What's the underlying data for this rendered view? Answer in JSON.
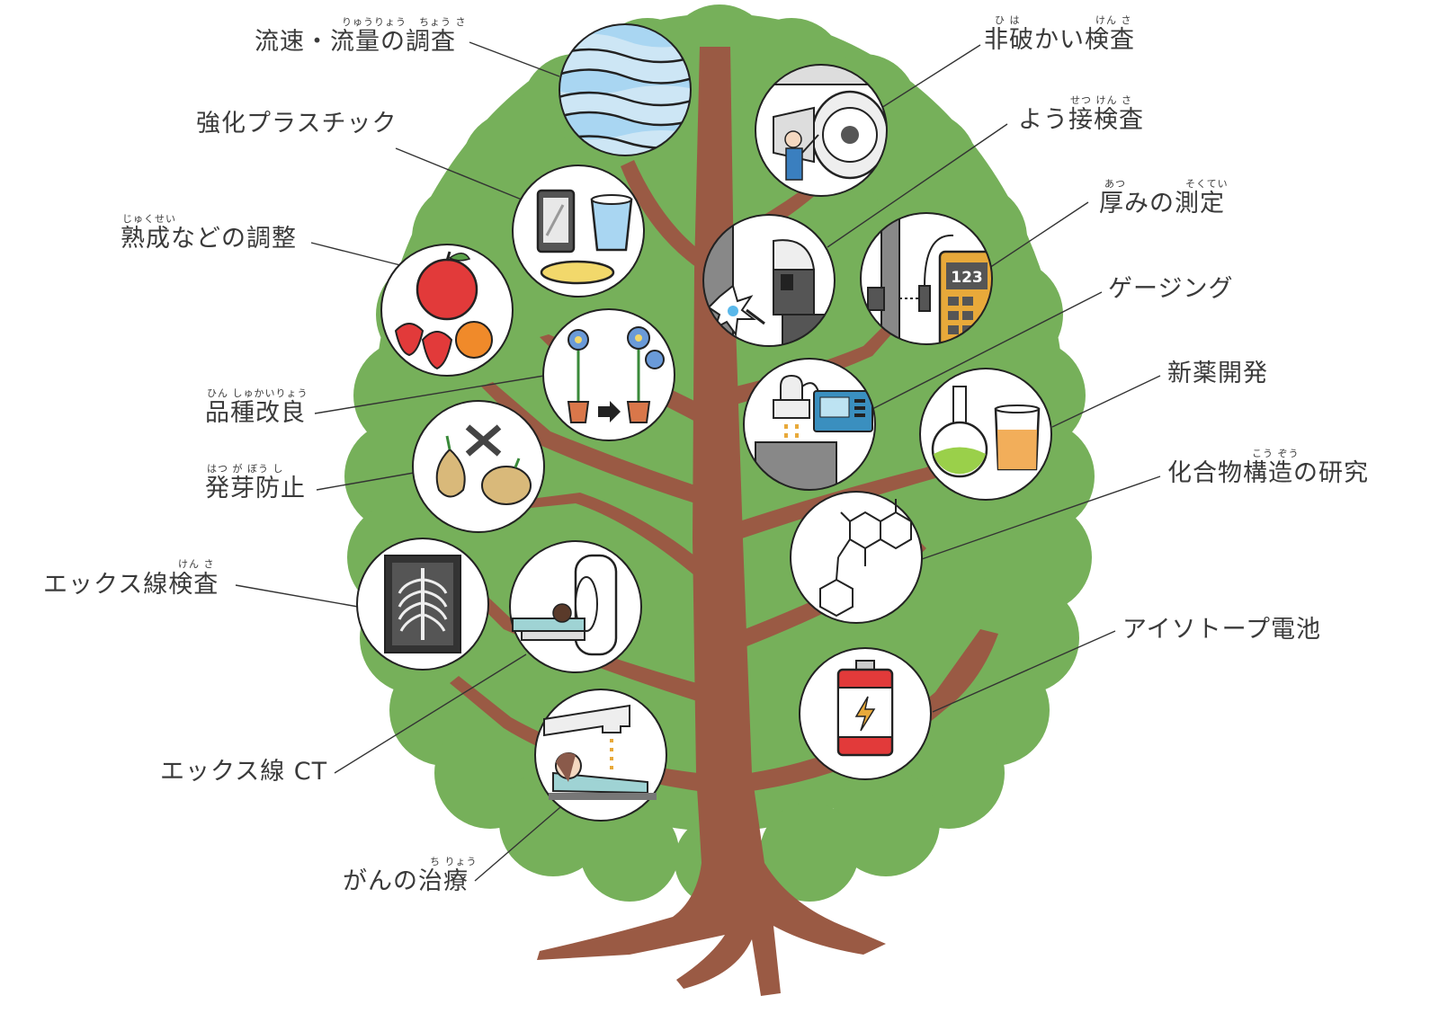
{
  "colors": {
    "foliage": "#76b05a",
    "trunk": "#9a5a44",
    "circle_fill": "#ffffff",
    "outline": "#222222",
    "leader_line": "#333333",
    "text": "#3a3a3a"
  },
  "labels": {
    "flow_survey": "流速・流量の調査",
    "flow_survey_ruby_a": "りゅうりょう",
    "flow_survey_ruby_b": "ちょう さ",
    "plastic": "強化プラスチック",
    "ripening": "熟成などの調整",
    "ripening_ruby": "じゅくせい",
    "breeding": "品種改良",
    "breeding_ruby": "ひん しゅかいりょう",
    "sprout": "発芽防止",
    "sprout_ruby": "はつ が ぼう し",
    "xray": "エックス線検査",
    "xray_ruby": "けん さ",
    "xray_ct": "エックス線 CT",
    "cancer": "がんの治療",
    "cancer_ruby": "ち りょう",
    "ndt": "非破かい検査",
    "ndt_ruby_a": "ひ は",
    "ndt_ruby_b": "けん さ",
    "weld": "よう接検査",
    "weld_ruby": "せつ けん さ",
    "thickness": "厚みの測定",
    "thickness_ruby_a": "あつ",
    "thickness_ruby_b": "そくてい",
    "gauging": "ゲージング",
    "drug": "新薬開発",
    "compound": "化合物構造の研究",
    "compound_ruby": "こう ぞう",
    "battery": "アイソトープ電池"
  },
  "icons": {
    "flow": "water-waves-icon",
    "plastic": "tablet-cup-plate-icon",
    "ripening": "apple-strawberry-orange-icon",
    "breeding": "flower-pots-arrow-icon",
    "sprout": "onion-potato-cross-icon",
    "xray": "chest-xray-film-icon",
    "ct": "ct-scanner-patient-icon",
    "cancer": "radiation-therapy-patient-icon",
    "ndt": "jet-engine-inspector-icon",
    "weld": "welder-mask-spark-icon",
    "thickness": "thickness-gauge-123-icon",
    "gauging": "level-gauge-device-icon",
    "drug": "flask-beaker-icon",
    "compound": "molecule-structure-icon",
    "battery": "isotope-battery-icon"
  },
  "gauge_display": "123"
}
